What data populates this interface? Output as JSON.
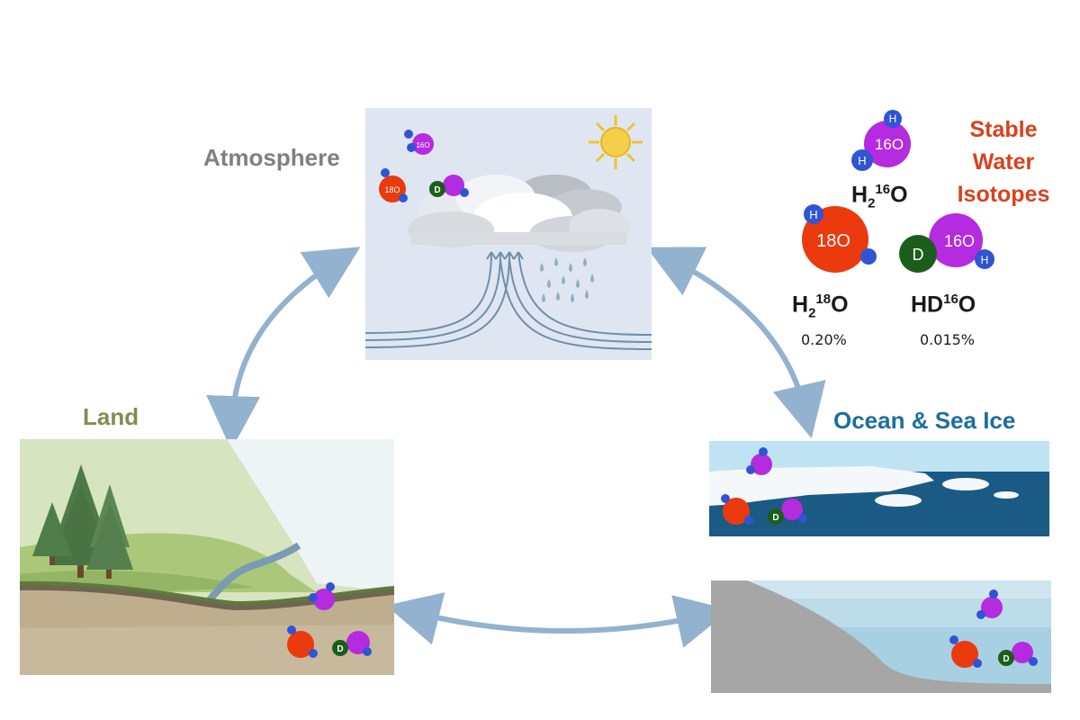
{
  "sections": {
    "atmosphere": "Atmosphere",
    "land": "Land",
    "ocean": "Ocean & Sea Ice"
  },
  "legend": {
    "title_line1": "Stable",
    "title_line2": "Water",
    "title_line3": "Isotopes",
    "h2o16": {
      "base": "H",
      "sub": "2",
      "sup": "16",
      "tail": "O"
    },
    "h2o18": {
      "base": "H",
      "sub": "2",
      "sup": "18",
      "tail": "O",
      "abundance": "0.20%"
    },
    "hdo16": {
      "base": "HD",
      "sup": "16",
      "tail": "O",
      "abundance": "0.015%"
    }
  },
  "molecule_labels": {
    "hydrogen": "H",
    "deuterium": "D",
    "oxygen16": "16O",
    "oxygen18": "18O"
  },
  "colors": {
    "arrow": "#93b2cf",
    "o16": "#b52be0",
    "o18": "#ea3a0e",
    "hydrogen": "#2f55d4",
    "deuterium": "#1b5e1b",
    "ocean": "#1a5a85",
    "land_green": "#a9c47c",
    "soil": "#bda88a"
  }
}
